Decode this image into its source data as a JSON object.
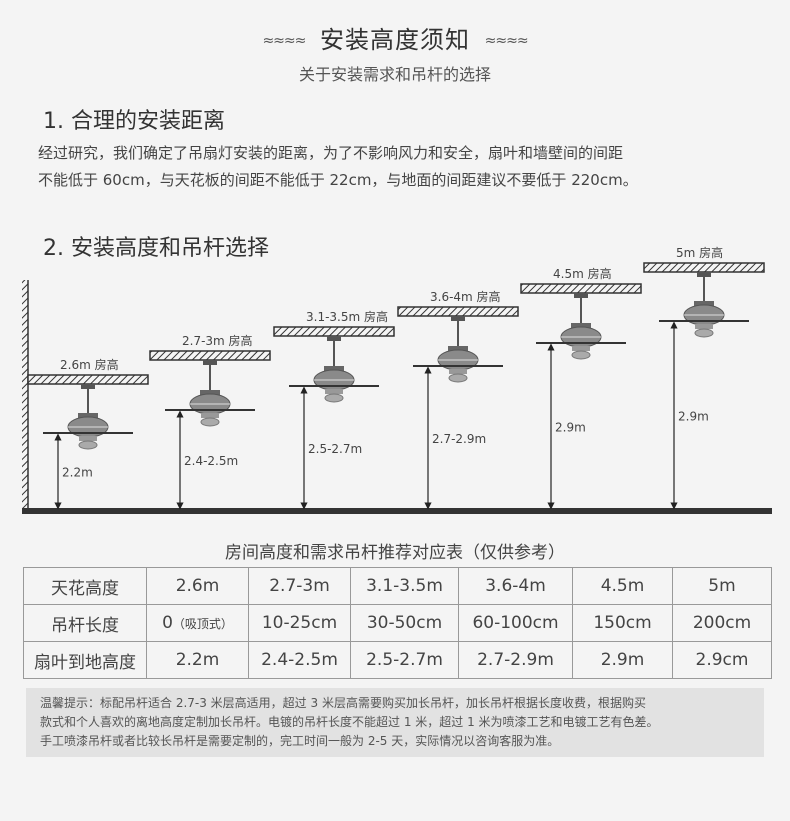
{
  "header": {
    "title": "安装高度须知",
    "wave_symbol": "≈≈≈≈",
    "subtitle": "关于安装需求和吊杆的选择"
  },
  "section1": {
    "heading": "1. 合理的安装距离",
    "body_line1": "经过研究，我们确定了吊扇灯安装的距离，为了不影响风力和安全，扇叶和墙壁间的间距",
    "body_line2": "不能低于 60cm，与天花板的间距不能低于 22cm，与地面的间距建议不要低于 220cm。"
  },
  "section2": {
    "heading": "2. 安装高度和吊杆选择",
    "fans": [
      {
        "room_label": "2.6m 房高",
        "clearance_label": "2.2m",
        "room_height_m": 2.6
      },
      {
        "room_label": "2.7-3m 房高",
        "clearance_label": "2.4-2.5m",
        "room_height_m": 2.85
      },
      {
        "room_label": "3.1-3.5m 房高",
        "clearance_label": "2.5-2.7m",
        "room_height_m": 3.3
      },
      {
        "room_label": "3.6-4m 房高",
        "clearance_label": "2.7-2.9m",
        "room_height_m": 3.8
      },
      {
        "room_label": "4.5m 房高",
        "clearance_label": "2.9m",
        "room_height_m": 4.5
      },
      {
        "room_label": "5m 房高",
        "clearance_label": "2.9m",
        "room_height_m": 5.0
      }
    ]
  },
  "table": {
    "caption": "房间高度和需求吊杆推荐对应表（仅供参考）",
    "rows": [
      [
        "天花高度",
        "2.6m",
        "2.7-3m",
        "3.1-3.5m",
        "3.6-4m",
        "4.5m",
        "5m"
      ],
      [
        "吊杆长度",
        "0",
        "10-25cm",
        "30-50cm",
        "60-100cm",
        "150cm",
        "200cm"
      ],
      [
        "扇叶到地高度",
        "2.2m",
        "2.4-2.5m",
        "2.5-2.7m",
        "2.7-2.9m",
        "2.9m",
        "2.9cm"
      ]
    ],
    "row2_cell1_note": "（吸顶式）"
  },
  "note": {
    "line1": "温馨提示：标配吊杆适合 2.7-3 米层高适用，超过 3 米层高需要购买加长吊杆，加长吊杆根据长度收费，根据购买",
    "line2": "款式和个人喜欢的离地高度定制加长吊杆。电镀的吊杆长度不能超过 1 米，超过 1 米为喷漆工艺和电镀工艺有色差。",
    "line3": "手工喷漆吊杆或者比较长吊杆是需要定制的，完工时间一般为 2-5 天，实际情况以咨询客服为准。"
  },
  "colors": {
    "background": "#f4f4f4",
    "ink": "#333333",
    "note_bg": "#e2e2e2"
  }
}
